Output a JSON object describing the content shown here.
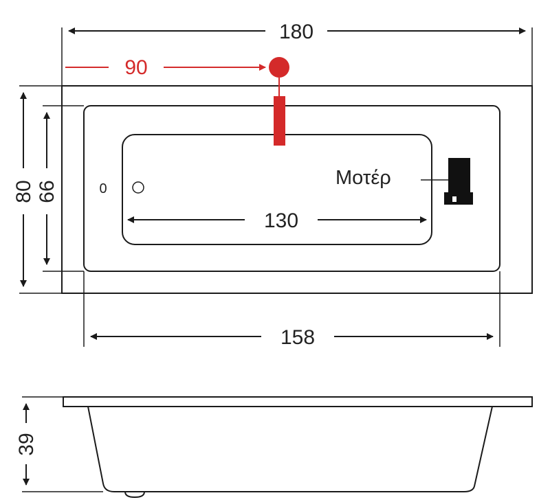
{
  "dimensions": {
    "total_length": "180",
    "inner_length": "158",
    "basin_length": "130",
    "overflow_position": "90",
    "total_width": "80",
    "inner_width": "66",
    "depth": "39",
    "drain_marker": "0"
  },
  "labels": {
    "motor": "Μοτέρ"
  },
  "colors": {
    "line": "#1a1a1a",
    "accent": "#d42a2a",
    "motor": "#111111"
  }
}
